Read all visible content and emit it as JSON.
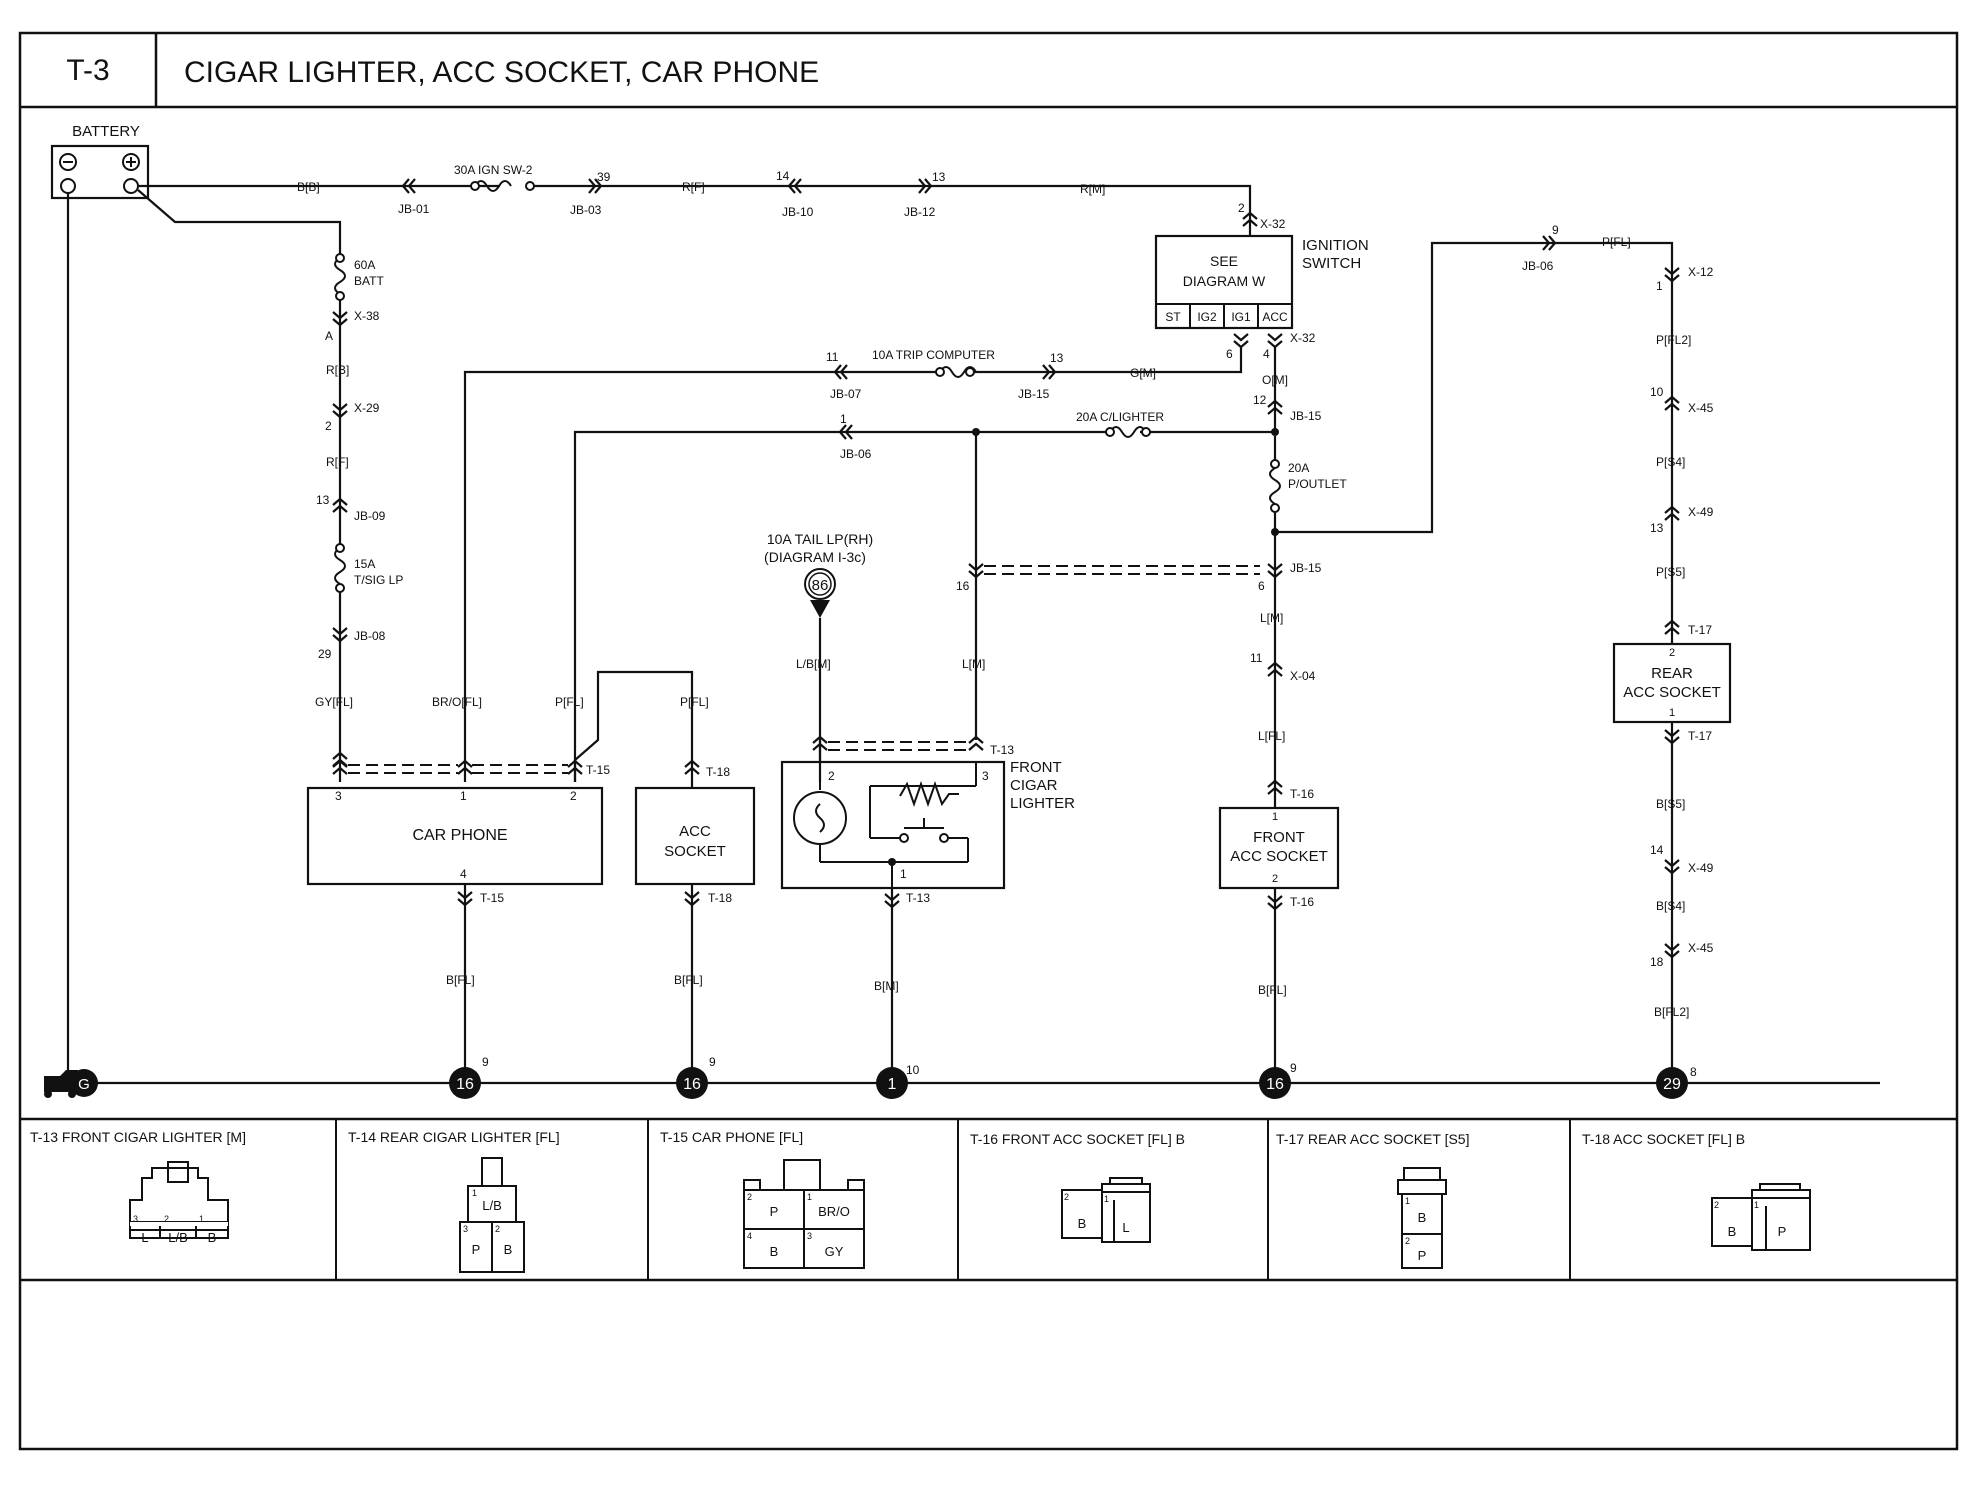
{
  "header": {
    "code": "T-3",
    "title": "CIGAR LIGHTER, ACC SOCKET, CAR PHONE"
  },
  "battery": {
    "label": "BATTERY"
  },
  "top_line": {
    "wire1": "B[B]",
    "fuse": "30A IGN SW-2",
    "jb01": "JB-01",
    "pin39": "39",
    "jb03": "JB-03",
    "wire2": "R[F]",
    "pin14": "14",
    "jb10": "JB-10",
    "pin13": "13",
    "jb12": "JB-12",
    "wire3": "R[M]"
  },
  "batt_branch": {
    "fuse60": "60A",
    "fuse60b": "BATT",
    "x38": "X-38",
    "pinA": "A",
    "wireRB": "R[B]",
    "x29": "X-29",
    "pin2": "2",
    "wireRF": "R[F]",
    "pin13": "13",
    "jb09": "JB-09",
    "fuse15": "15A",
    "fuse15b": "T/SIG LP",
    "jb08": "JB-08",
    "pin29": "29",
    "wireGY": "GY[FL]"
  },
  "ign": {
    "pin2": "2",
    "x32": "X-32",
    "see1": "SEE",
    "see2": "DIAGRAM  W",
    "label1": "IGNITION",
    "label2": "SWITCH",
    "ST": "ST",
    "IG2": "IG2",
    "IG1": "IG1",
    "ACC": "ACC",
    "pin6": "6",
    "pin4": "4",
    "x32b": "X-32",
    "wireOM": "O[M]",
    "pin12": "12",
    "jb15": "JB-15"
  },
  "trip": {
    "pin11": "11",
    "fuse": "10A TRIP COMPUTER",
    "pin13": "13",
    "jb07": "JB-07",
    "jb15": "JB-15",
    "wire": "G[M]"
  },
  "clighter": {
    "pin1": "1",
    "jb06": "JB-06",
    "fuse": "20A C/LIGHTER"
  },
  "poutlet": {
    "fuse1": "20A",
    "fuse2": "P/OUTLET",
    "jb15": "JB-15",
    "pin6": "6",
    "pin16": "16"
  },
  "rear_path": {
    "pin9": "9",
    "jb06": "JB-06",
    "wirePFL": "P[FL]"
  },
  "tail": {
    "l1": "10A TAIL LP(RH)",
    "l2": "(DIAGRAM  I-3c)",
    "num": "86",
    "wire": "L/B[M]"
  },
  "car_phone": {
    "label": "CAR PHONE",
    "wireBRO": "BR/O[FL]",
    "wireP": "P[FL]",
    "wirePFL": "P[FL]",
    "pin3": "3",
    "pin1": "1",
    "pin2": "2",
    "t15": "T-15",
    "t18": "T-18",
    "pin4": "4",
    "t15b": "T-15",
    "wireB": "B[FL]"
  },
  "acc_socket": {
    "l1": "ACC",
    "l2": "SOCKET",
    "t18b": "T-18",
    "wireB": "B[FL]"
  },
  "front_cigar": {
    "l1": "FRONT",
    "l2": "CIGAR",
    "l3": "LIGHTER",
    "t13": "T-13",
    "pin2": "2",
    "pin3": "3",
    "pin1": "1",
    "t13b": "T-13",
    "wireLM": "L[M]",
    "wireB": "B[M]"
  },
  "front_acc": {
    "wireLM": "L[M]",
    "pin11": "11",
    "x04": "X-04",
    "wireLFL": "L[FL]",
    "t16": "T-16",
    "pin1": "1",
    "l1": "FRONT",
    "l2": "ACC SOCKET",
    "pin2": "2",
    "t16b": "T-16",
    "wireB": "B[FL]"
  },
  "rear_acc": {
    "pin1a": "1",
    "x12": "X-12",
    "wirePFL2": "P[FL2]",
    "pin10": "10",
    "x45": "X-45",
    "wirePS4": "P[S4]",
    "pin13": "13",
    "x49": "X-49",
    "wirePS5": "P[S5]",
    "t17": "T-17",
    "pin2": "2",
    "l1": "REAR",
    "l2": "ACC SOCKET",
    "pin1": "1",
    "t17b": "T-17",
    "wireBS5": "B[S5]",
    "pin14": "14",
    "x49b": "X-49",
    "wireBS4": "B[S4]",
    "pin18": "18",
    "x45b": "X-45",
    "wireBFL2": "B[FL2]"
  },
  "grounds": [
    {
      "num": "G",
      "pin": ""
    },
    {
      "num": "16",
      "pin": "9"
    },
    {
      "num": "16",
      "pin": "9"
    },
    {
      "num": "1",
      "pin": "10"
    },
    {
      "num": "16",
      "pin": "9"
    },
    {
      "num": "29",
      "pin": "8"
    }
  ],
  "connectors": [
    {
      "title": "T-13 FRONT CIGAR LIGHTER [M]",
      "pins": [
        "L",
        "L/B",
        "B"
      ],
      "nums": [
        "3",
        "2",
        "1"
      ]
    },
    {
      "title": "T-14 REAR CIGAR LIGHTER [FL]",
      "pins": [
        "L/B",
        "P",
        "B"
      ],
      "nums": [
        "1",
        "3",
        "2"
      ]
    },
    {
      "title": "T-15 CAR PHONE [FL]",
      "pins": [
        "P",
        "BR/O",
        "B",
        "GY"
      ],
      "nums": [
        "2",
        "1",
        "4",
        "3"
      ]
    },
    {
      "title": "T-16 FRONT ACC SOCKET [FL] B",
      "pins": [
        "B",
        "L"
      ],
      "nums": [
        "2",
        "1"
      ]
    },
    {
      "title": "T-17 REAR ACC SOCKET [S5]",
      "pins": [
        "B",
        "P"
      ],
      "nums": [
        "1",
        "2"
      ]
    },
    {
      "title": "T-18 ACC SOCKET [FL] B",
      "pins": [
        "B",
        "P"
      ],
      "nums": [
        "2",
        "1"
      ]
    }
  ]
}
